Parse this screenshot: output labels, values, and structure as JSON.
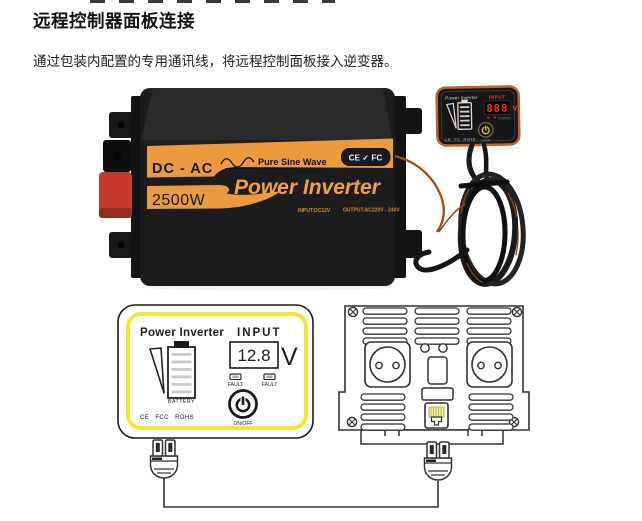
{
  "page": {
    "title": "远程控制器面板连接",
    "subtitle": "通过包装内配置的专用通讯线，将远程控制面板接入逆变器。"
  },
  "photo": {
    "inverter": {
      "model_label": "DC - AC",
      "power_rating": "2500W",
      "tagline": "Pure Sine Wave",
      "product_name": "Power Inverter",
      "specs_left": "INPUT:DC12V",
      "specs_right": "OUTPUT:AC220V - 240V",
      "cert_badge": "CE ✓ FC"
    },
    "remote_panel": {
      "brand": "Power Inverter",
      "input_label": "INPUT",
      "display_value": "888",
      "display_unit": "V",
      "power_label": "POWER",
      "onoff_label": "ON/OFF",
      "certs": "CE  FC  RoHS"
    }
  },
  "diagram": {
    "control_panel": {
      "brand": "Power Inverter",
      "input_label": "INPUT",
      "voltage_value": "12.8",
      "voltage_unit": "V",
      "battery_label": "BATTERY",
      "fault_label_left": "FAULT",
      "fault_label_right": "FAULT",
      "onoff_label": "ON/OFF",
      "certs": "CE   FCC   ROHS"
    }
  },
  "colors": {
    "accent_orange": "#EB9A3E",
    "panel_border_yellow": "#F2E63D",
    "display_red": "#FF3012",
    "rj45_yellow": "#F4EFA3",
    "terminal_red": "#C43B2D"
  }
}
